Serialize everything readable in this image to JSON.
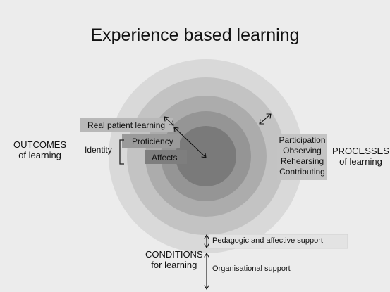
{
  "title": "Experience based learning",
  "outcomes": {
    "line1": "OUTCOMES",
    "line2": "of learning"
  },
  "processes": {
    "line1": "PROCESSES",
    "line2": "of learning"
  },
  "conditions": {
    "line1": "CONDITIONS",
    "line2": "for learning"
  },
  "identity_label": "Identity",
  "tags": {
    "real_patient": "Real patient learning",
    "proficiency": "Proficiency",
    "affects": "Affects"
  },
  "process_items": {
    "heading": "Participation",
    "items": [
      "Observing",
      "Rehearsing",
      "Contributing"
    ]
  },
  "supports": {
    "pedagogic": "Pedagogic and affective support",
    "organisational": "Organisational support"
  },
  "colors": {
    "background": "#ececec",
    "ring_outer": "#d9d9d9",
    "ring_2": "#c3c3c3",
    "ring_3": "#acacac",
    "ring_4": "#959595",
    "ring_core": "#7a7a7a"
  }
}
